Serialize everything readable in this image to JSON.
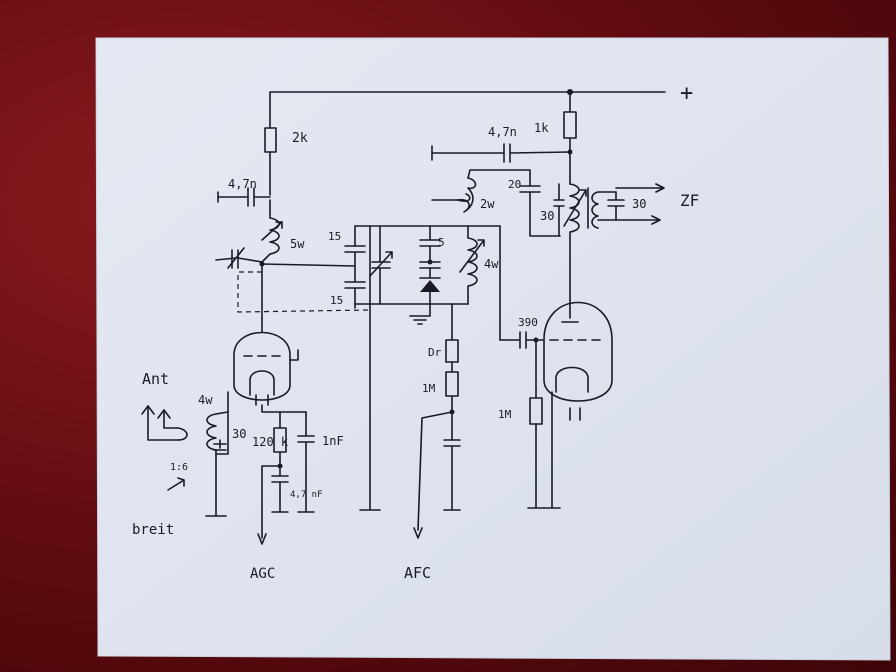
{
  "schematic": {
    "supply_label": "+",
    "output_label": "ZF",
    "antenna_label": "Ant",
    "antenna_ratio": "1:6",
    "antenna_note": "breit",
    "agc_label": "AGC",
    "afc_label": "AFC",
    "components": {
      "r_2k": "2k",
      "c_4n7_left": "4,7n",
      "coil_5w": "5w",
      "c_15_top": "15",
      "c_15_bottom": "15",
      "c_5": "5",
      "coil_4w_tank": "4w",
      "drossel": "Dr",
      "r_1m_afc": "1M",
      "c_4n7_right": "4,7n",
      "r_1k": "1k",
      "c_20": "20",
      "coil_2w": "2w",
      "c_30_if_primary": "30",
      "c_30_if_secondary": "30",
      "c_390": "390",
      "r_1m_grid": "1M",
      "coil_4w_input": "4w",
      "c_30_input": "30",
      "r_120k": "120 k",
      "c_1nf": "1nF",
      "c_4n7_agc": "4,7 nF"
    }
  }
}
